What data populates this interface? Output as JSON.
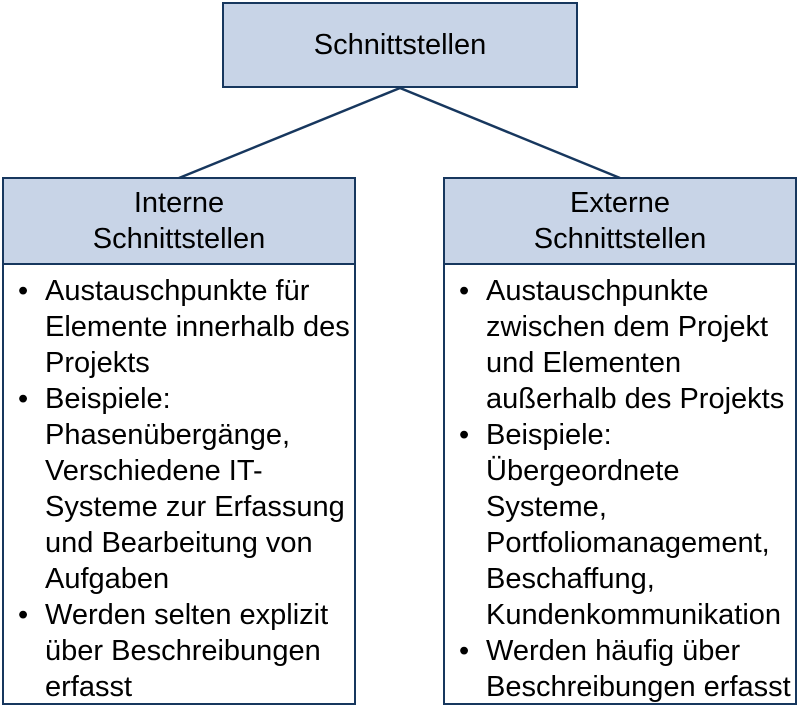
{
  "colors": {
    "box_fill": "#c8d4e7",
    "border": "#17375e",
    "connector_line": "#17375e",
    "body_background": "#ffffff",
    "text": "#000000"
  },
  "root_box": {
    "title": "Schnittstellen"
  },
  "left_box": {
    "title_line1": "Interne",
    "title_line2": "Schnittstellen",
    "bullets": [
      "Austauschpunkte für Elemente innerhalb des Projekts",
      "Beispiele: Phasenübergänge, Verschiedene IT-Systeme zur Erfassung und Bearbeitung von Aufgaben",
      "Werden selten explizit über Beschreibungen erfasst"
    ]
  },
  "right_box": {
    "title_line1": "Externe",
    "title_line2": "Schnittstellen",
    "bullets": [
      "Austauschpunkte zwischen dem Projekt und Elementen außerhalb des Projekts",
      "Beispiele: Übergeordnete Systeme, Portfoliomanagement, Beschaffung, Kundenkommunikation",
      "Werden häufig über Beschreibungen erfasst"
    ]
  }
}
